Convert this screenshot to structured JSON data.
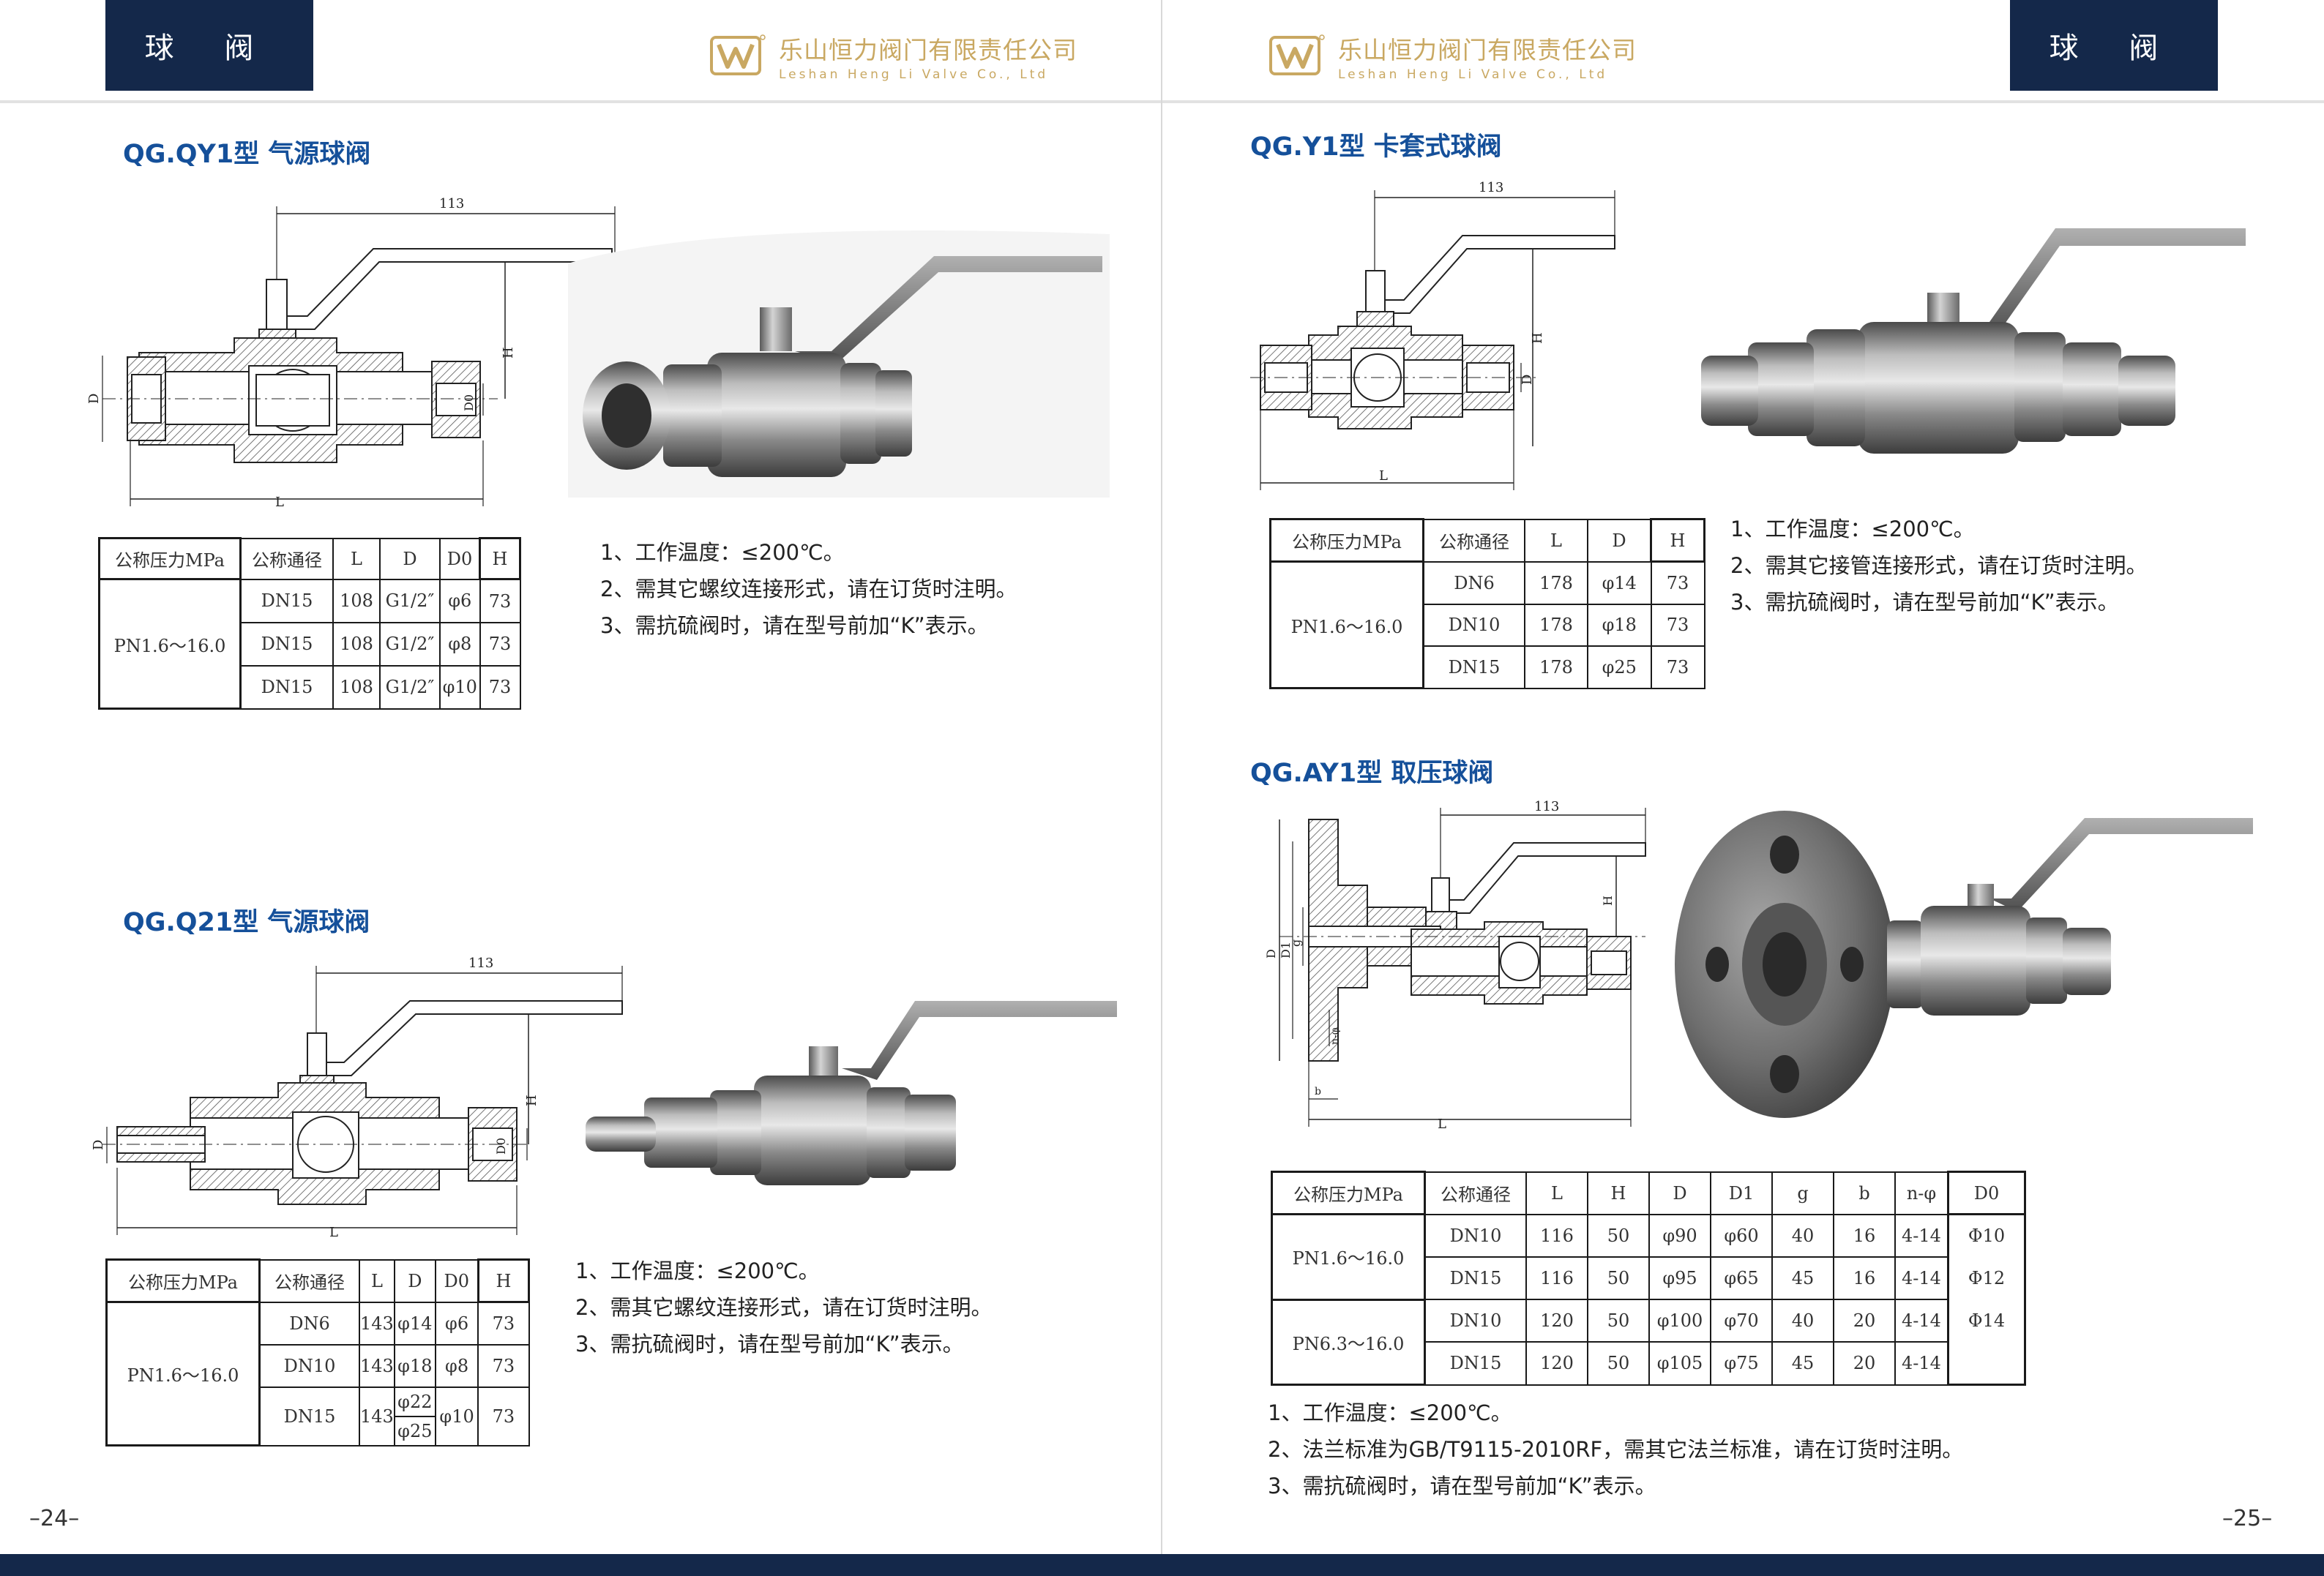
{
  "header": {
    "tab_label": "球 阀",
    "company_cn": "乐山恒力阀门有限责任公司",
    "company_en": "Leshan Heng Li Valve Co., Ltd"
  },
  "colors": {
    "navy": "#14284a",
    "title_blue": "#15509a",
    "gold": "#c9a862"
  },
  "left_page": {
    "page_number": "24",
    "sections": [
      {
        "title": "QG.QY1型 气源球阀",
        "dim_113": "113",
        "dim_L": "L",
        "dim_D": "D",
        "dim_D0": "D0",
        "dim_H": "H",
        "table": {
          "headers": [
            "公称压力MPa",
            "公称通径",
            "L",
            "D",
            "D0",
            "H"
          ],
          "pressure": "PN1.6～16.0",
          "rows": [
            [
              "DN15",
              "108",
              "G1/2″",
              "φ6",
              "73"
            ],
            [
              "DN15",
              "108",
              "G1/2″",
              "φ8",
              "73"
            ],
            [
              "DN15",
              "108",
              "G1/2″",
              "φ10",
              "73"
            ]
          ]
        },
        "notes": [
          "1、工作温度：≤200℃。",
          "2、需其它螺纹连接形式，请在订货时注明。",
          "3、需抗硫阀时，请在型号前加“K”表示。"
        ]
      },
      {
        "title": "QG.Q21型 气源球阀",
        "dim_113": "113",
        "dim_L": "L",
        "dim_D": "D",
        "dim_D0": "D0",
        "dim_H": "H",
        "table": {
          "headers": [
            "公称压力MPa",
            "公称通径",
            "L",
            "D",
            "D0",
            "H"
          ],
          "pressure": "PN1.6～16.0",
          "rows": [
            [
              "DN6",
              "143",
              "φ14",
              "φ6",
              "73"
            ],
            [
              "DN10",
              "143",
              "φ18",
              "φ8",
              "73"
            ]
          ],
          "row3": {
            "dn": "DN15",
            "l": "143",
            "d_top": "φ22",
            "d_bottom": "φ25",
            "d0": "φ10",
            "h": "73"
          }
        },
        "notes": [
          "1、工作温度：≤200℃。",
          "2、需其它螺纹连接形式，请在订货时注明。",
          "3、需抗硫阀时，请在型号前加“K”表示。"
        ]
      }
    ]
  },
  "right_page": {
    "page_number": "25",
    "sections": [
      {
        "title": "QG.Y1型 卡套式球阀",
        "dim_113": "113",
        "dim_L": "L",
        "dim_D": "D",
        "dim_H": "H",
        "table": {
          "headers": [
            "公称压力MPa",
            "公称通径",
            "L",
            "D",
            "H"
          ],
          "pressure": "PN1.6～16.0",
          "rows": [
            [
              "DN6",
              "178",
              "φ14",
              "73"
            ],
            [
              "DN10",
              "178",
              "φ18",
              "73"
            ],
            [
              "DN15",
              "178",
              "φ25",
              "73"
            ]
          ]
        },
        "notes": [
          "1、工作温度：≤200℃。",
          "2、需其它接管连接形式，请在订货时注明。",
          "3、需抗硫阀时，请在型号前加“K”表示。"
        ]
      },
      {
        "title": "QG.AY1型 取压球阀",
        "dim_113": "113",
        "dim_L": "L",
        "dim_D": "D",
        "dim_D1": "D1",
        "dim_g": "g",
        "dim_H": "H",
        "dim_b": "b",
        "dim_nphi": "n-φ",
        "table": {
          "headers": [
            "公称压力MPa",
            "公称通径",
            "L",
            "H",
            "D",
            "D1",
            "g",
            "b",
            "n-φ",
            "D0"
          ],
          "groups": [
            {
              "pressure": "PN1.6～16.0",
              "rows": [
                [
                  "DN10",
                  "116",
                  "50",
                  "φ90",
                  "φ60",
                  "40",
                  "16",
                  "4-14",
                  "Φ10"
                ],
                [
                  "DN15",
                  "116",
                  "50",
                  "φ95",
                  "φ65",
                  "45",
                  "16",
                  "4-14",
                  "Φ12"
                ]
              ]
            },
            {
              "pressure": "PN6.3～16.0",
              "rows": [
                [
                  "DN10",
                  "120",
                  "50",
                  "φ100",
                  "φ70",
                  "40",
                  "20",
                  "4-14",
                  "Φ14"
                ],
                [
                  "DN15",
                  "120",
                  "50",
                  "φ105",
                  "φ75",
                  "45",
                  "20",
                  "4-14",
                  ""
                ]
              ]
            }
          ]
        },
        "notes": [
          "1、工作温度：≤200℃。",
          "2、法兰标准为GB/T9115-2010RF，需其它法兰标准，请在订货时注明。",
          "3、需抗硫阀时，请在型号前加“K”表示。"
        ]
      }
    ]
  }
}
